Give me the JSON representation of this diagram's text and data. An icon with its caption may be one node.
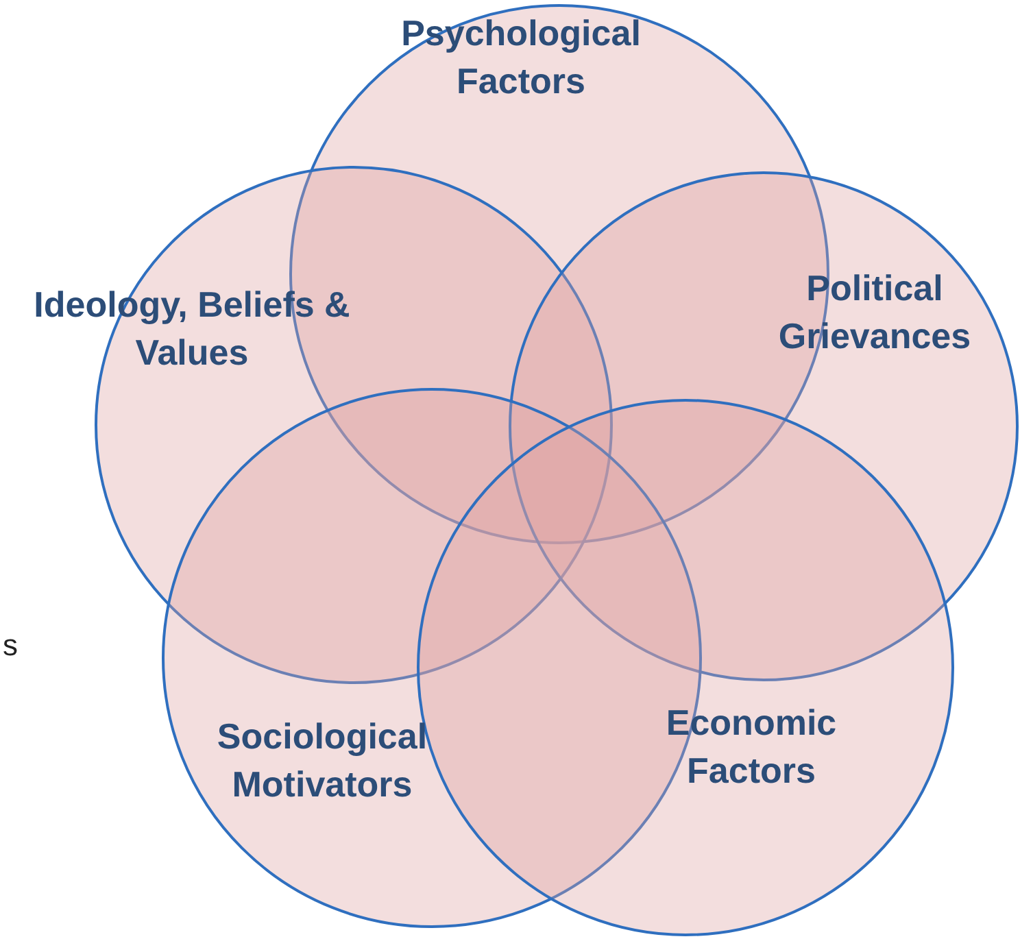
{
  "diagram": {
    "nodes": [
      {
        "text": [
          "Psychological Factors"
        ]
      },
      {
        "text": [
          "Ideology, Beliefs & Values"
        ]
      },
      {
        "text": [
          "Political Grievances"
        ]
      },
      {
        "text": [
          "Sociological Motivators"
        ]
      },
      {
        "text": [
          "Economic Factors"
        ]
      }
    ],
    "labels": [
      "s"
    ]
  }
}
